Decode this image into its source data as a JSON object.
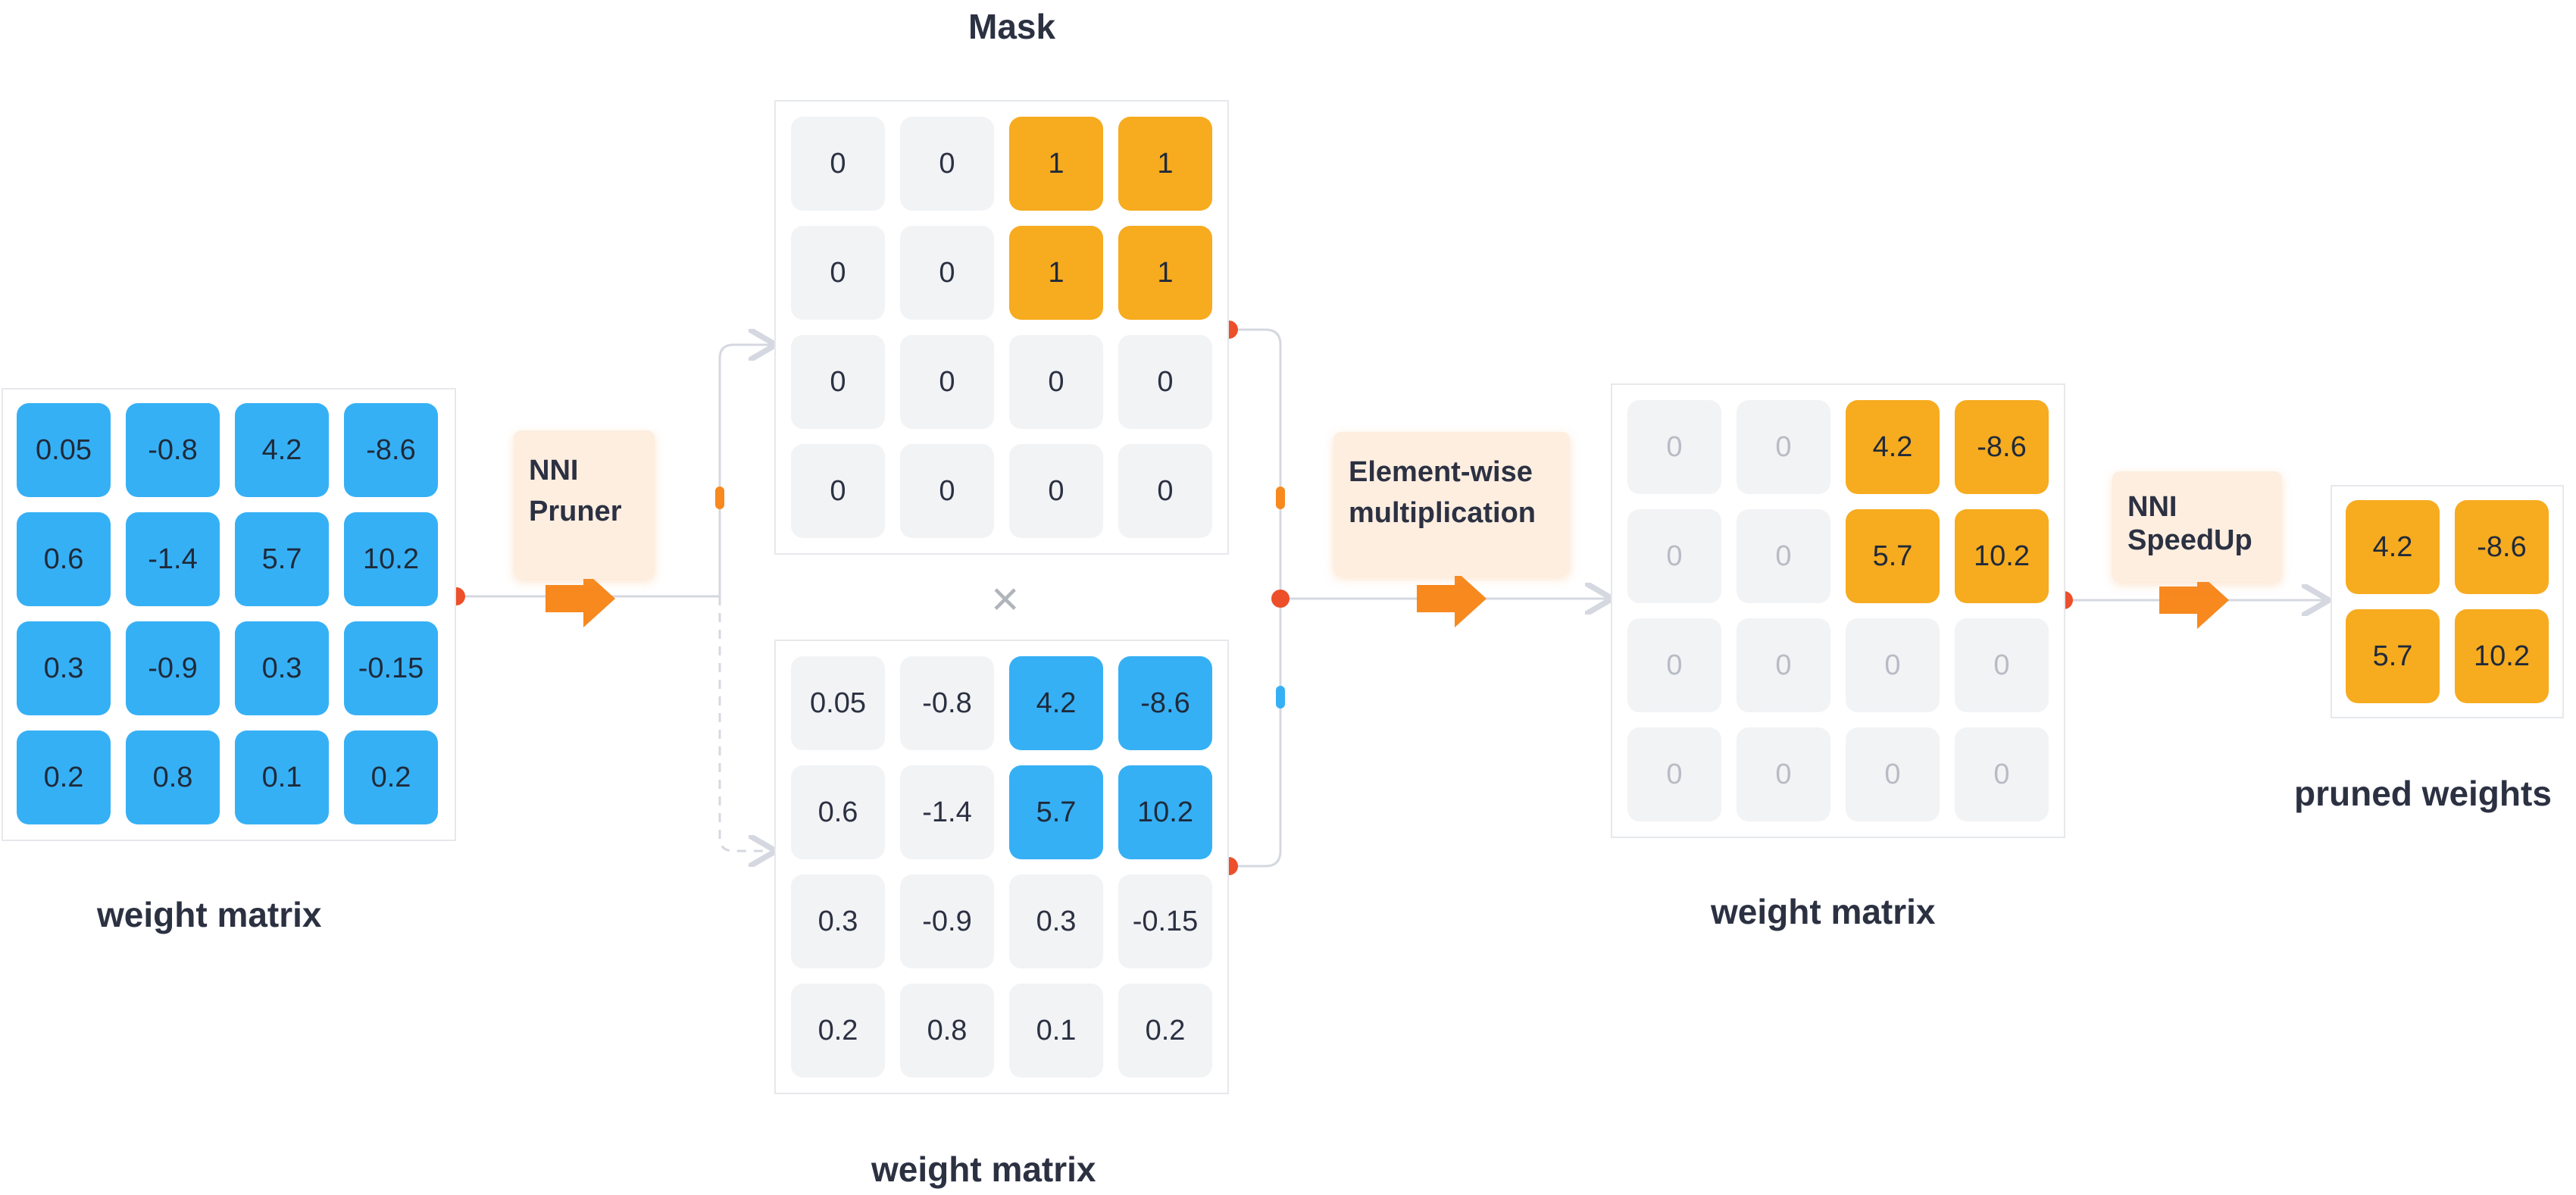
{
  "colors": {
    "blue": "#36b0f5",
    "orange": "#f7ab1f",
    "gray": "#f2f3f5",
    "arrow": "#f7891f",
    "dot": "#ec4f2a",
    "line": "#d5d8e0"
  },
  "labels": {
    "mask": "Mask",
    "weight_matrix_left": "weight matrix",
    "weight_matrix_mid": "weight matrix",
    "weight_matrix_right": "weight matrix",
    "pruned_weights": "pruned weights",
    "times_symbol": "×"
  },
  "ops": {
    "pruner": [
      "NNI",
      "Pruner"
    ],
    "multiply": [
      "Element-wise",
      "multiplication"
    ],
    "speedup": [
      "NNI",
      "SpeedUp"
    ]
  },
  "matrices": {
    "left": {
      "values": [
        [
          "0.05",
          "-0.8",
          "4.2",
          "-8.6"
        ],
        [
          "0.6",
          "-1.4",
          "5.7",
          "10.2"
        ],
        [
          "0.3",
          "-0.9",
          "0.3",
          "-0.15"
        ],
        [
          "0.2",
          "0.8",
          "0.1",
          "0.2"
        ]
      ],
      "styles": [
        [
          "blue",
          "blue",
          "blue",
          "blue"
        ],
        [
          "blue",
          "blue",
          "blue",
          "blue"
        ],
        [
          "blue",
          "blue",
          "blue",
          "blue"
        ],
        [
          "blue",
          "blue",
          "blue",
          "blue"
        ]
      ]
    },
    "mask": {
      "values": [
        [
          "0",
          "0",
          "1",
          "1"
        ],
        [
          "0",
          "0",
          "1",
          "1"
        ],
        [
          "0",
          "0",
          "0",
          "0"
        ],
        [
          "0",
          "0",
          "0",
          "0"
        ]
      ],
      "styles": [
        [
          "gray",
          "gray",
          "orange",
          "orange"
        ],
        [
          "gray",
          "gray",
          "orange",
          "orange"
        ],
        [
          "gray",
          "gray",
          "gray",
          "gray"
        ],
        [
          "gray",
          "gray",
          "gray",
          "gray"
        ]
      ]
    },
    "weights": {
      "values": [
        [
          "0.05",
          "-0.8",
          "4.2",
          "-8.6"
        ],
        [
          "0.6",
          "-1.4",
          "5.7",
          "10.2"
        ],
        [
          "0.3",
          "-0.9",
          "0.3",
          "-0.15"
        ],
        [
          "0.2",
          "0.8",
          "0.1",
          "0.2"
        ]
      ],
      "styles": [
        [
          "gray",
          "gray",
          "blue",
          "blue"
        ],
        [
          "gray",
          "gray",
          "blue",
          "blue"
        ],
        [
          "gray",
          "gray",
          "gray",
          "gray"
        ],
        [
          "gray",
          "gray",
          "gray",
          "gray"
        ]
      ]
    },
    "result": {
      "values": [
        [
          "0",
          "0",
          "4.2",
          "-8.6"
        ],
        [
          "0",
          "0",
          "5.7",
          "10.2"
        ],
        [
          "0",
          "0",
          "0",
          "0"
        ],
        [
          "0",
          "0",
          "0",
          "0"
        ]
      ],
      "styles": [
        [
          "gray-faded",
          "gray-faded",
          "orange",
          "orange"
        ],
        [
          "gray-faded",
          "gray-faded",
          "orange",
          "orange"
        ],
        [
          "gray-faded",
          "gray-faded",
          "gray-faded",
          "gray-faded"
        ],
        [
          "gray-faded",
          "gray-faded",
          "gray-faded",
          "gray-faded"
        ]
      ]
    },
    "pruned": {
      "values": [
        [
          "4.2",
          "-8.6"
        ],
        [
          "5.7",
          "10.2"
        ]
      ],
      "styles": [
        [
          "orange",
          "orange"
        ],
        [
          "orange",
          "orange"
        ]
      ]
    }
  }
}
